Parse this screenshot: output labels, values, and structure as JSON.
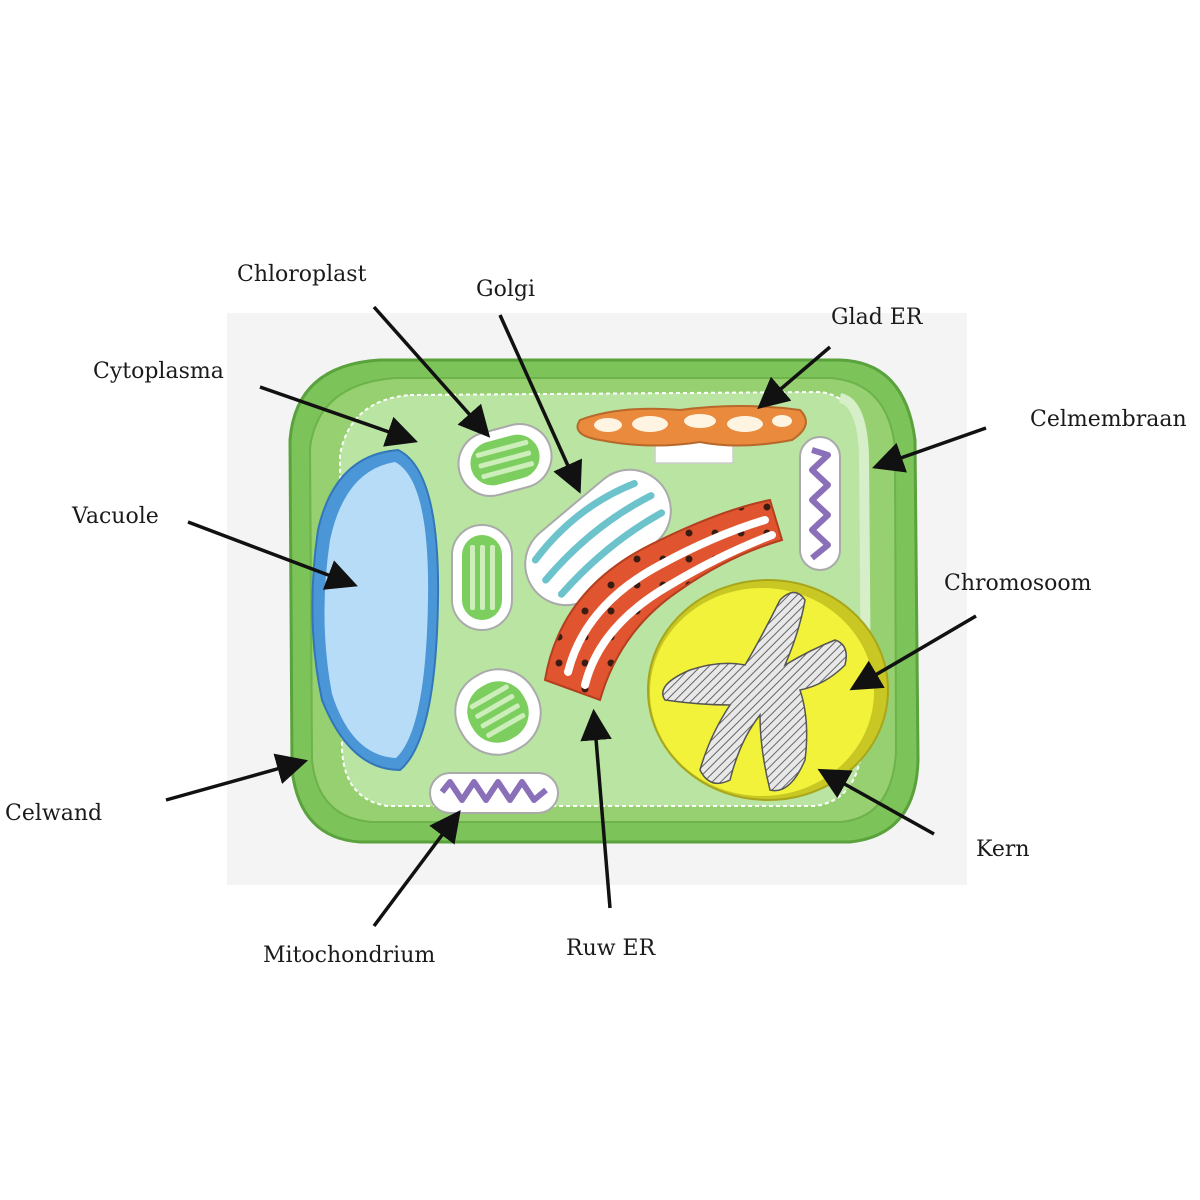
{
  "labels": {
    "chloroplast": "Chloroplast",
    "golgi": "Golgi",
    "glad_er": "Glad ER",
    "cytoplasma": "Cytoplasma",
    "celmembraan": "Celmembraan",
    "vacuole": "Vacuole",
    "chromosoom": "Chromosoom",
    "celwand": "Celwand",
    "kern": "Kern",
    "mitochondrium": "Mitochondrium",
    "ruw_er": "Ruw ER"
  },
  "colors": {
    "cell_wall": "#7cc35a",
    "cytoplasm": "#b9e4a2",
    "vacuole": "#b7dcf7",
    "vacuole_edge": "#4a96d6",
    "nucleus": "#f2f23a",
    "rough_er": "#e0552f",
    "smooth_er": "#e98a3c",
    "golgi": "#6cc3cc",
    "chloroplast": "#7ccf5e",
    "mitochondrium": "#8a70b8",
    "arrow": "#111111"
  }
}
